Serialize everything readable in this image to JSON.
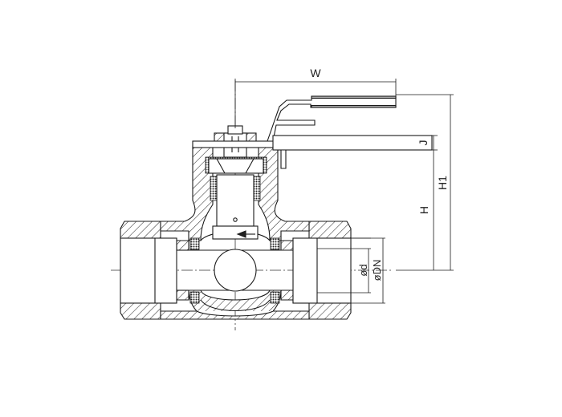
{
  "drawing": {
    "title": "Three-piece ball valve cross-section with lever handle",
    "colors": {
      "line": "#1a1a1a",
      "hatch": "#333333",
      "handle_fill": "#b0b0b0",
      "background": "#ffffff"
    },
    "dimensions": {
      "width_label": "W",
      "height_label": "H",
      "height_total_label": "H1",
      "handle_offset_label": "J",
      "bore_label": "ød",
      "nominal_diameter_label": "øDN"
    }
  }
}
